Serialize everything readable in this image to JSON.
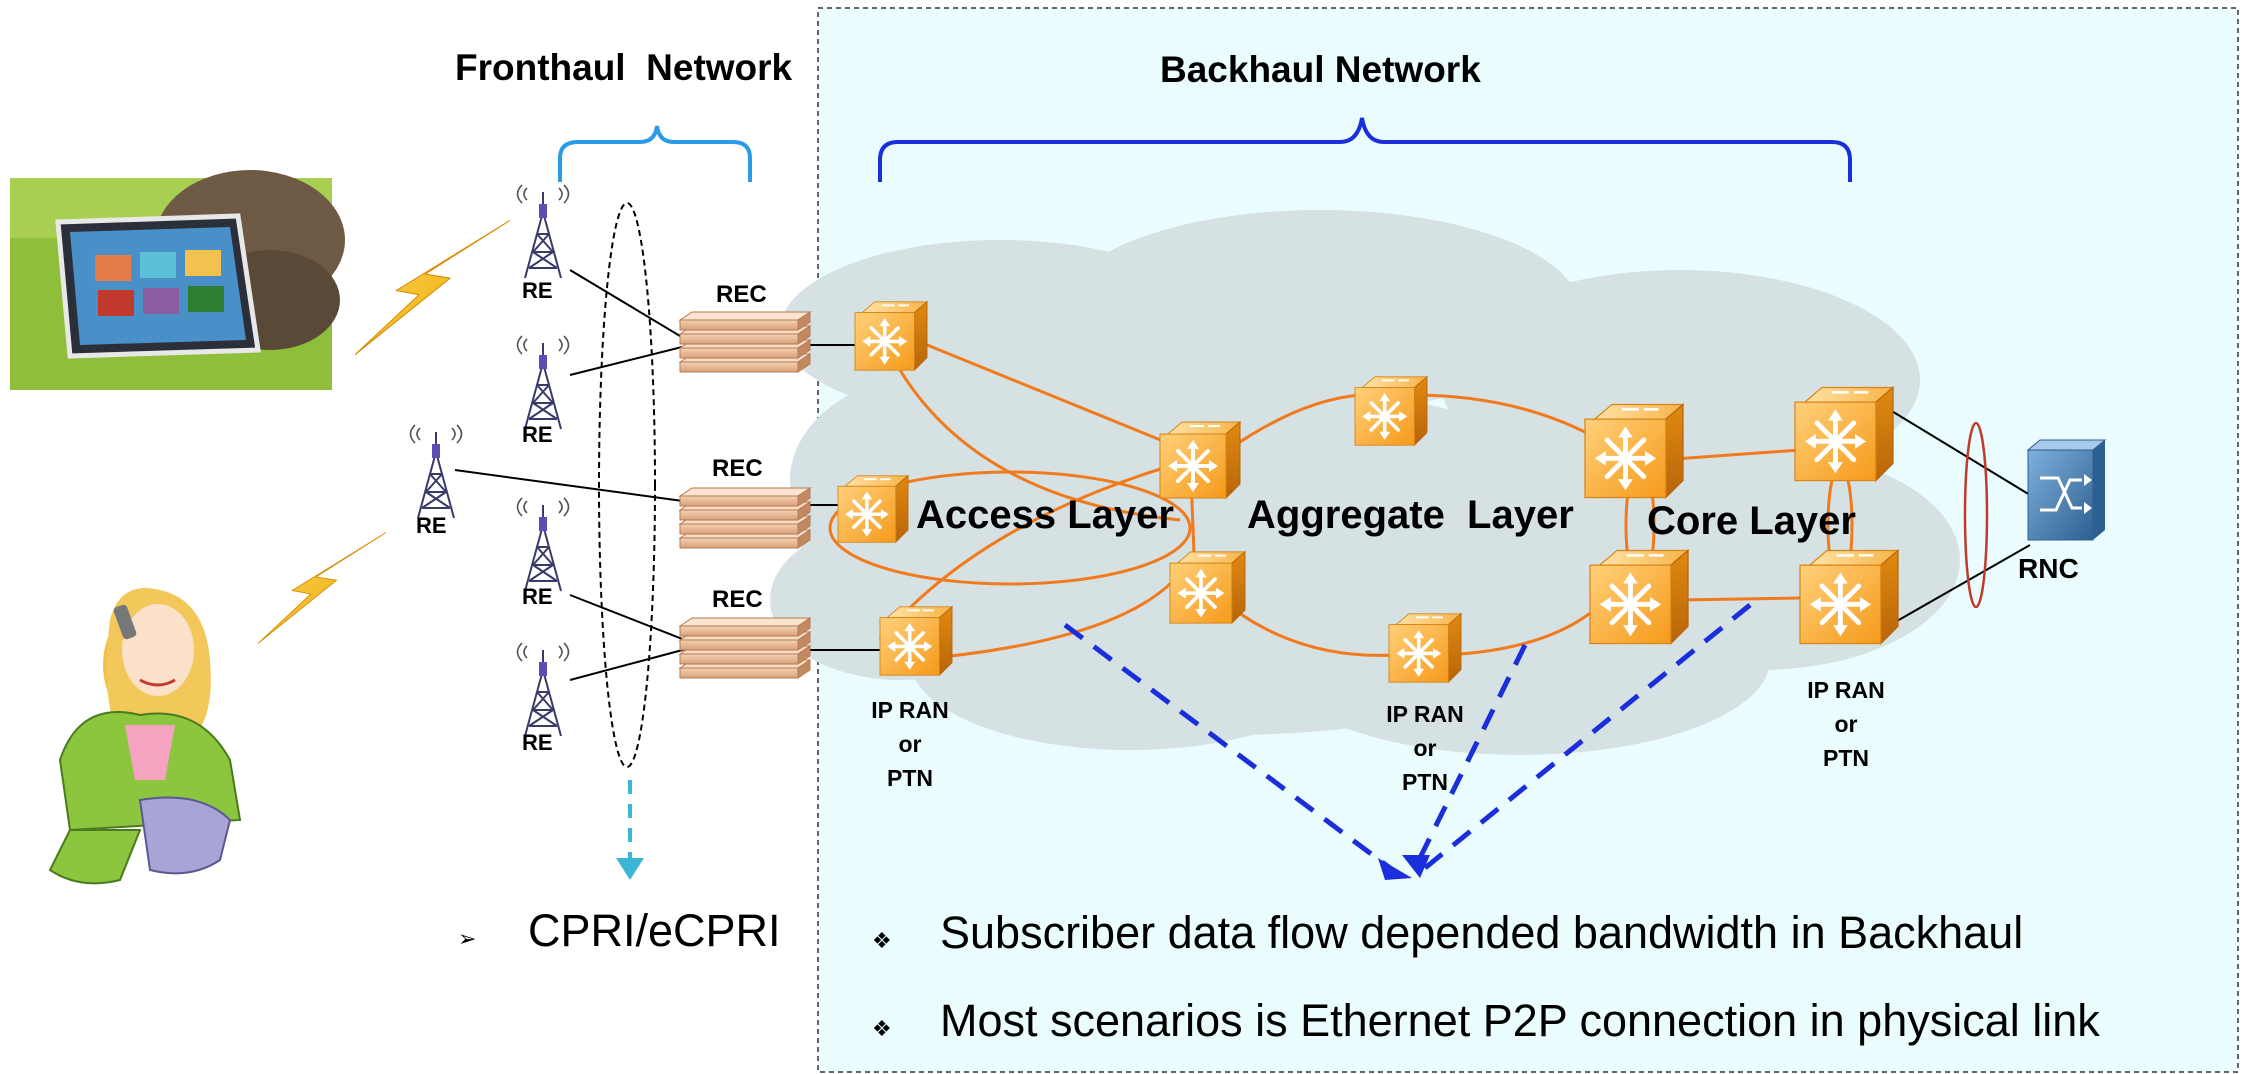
{
  "titles": {
    "fronthaul": "Fronthaul  Network",
    "backhaul": "Backhaul Network"
  },
  "layers": {
    "access": "Access Layer",
    "aggregate": "Aggregate  Layer",
    "core": "Core Layer"
  },
  "labels": {
    "re": "RE",
    "rec": "REC",
    "rnc": "RNC",
    "ipran_line1": "IP RAN",
    "ipran_line2": "or",
    "ipran_line3": "PTN"
  },
  "bullets": {
    "cpri": "CPRI/eCPRI",
    "backhaul_1": "Subscriber data flow depended bandwidth in Backhaul",
    "backhaul_2": "Most scenarios is Ethernet P2P connection in physical link"
  },
  "colors": {
    "backhaul_bg": "#eafcfd",
    "cloud": "#d6e1e3",
    "router_orange": "#f5a623",
    "link_orange": "#f07a1c",
    "brace_fronthaul": "#2a9be8",
    "brace_backhaul": "#1a2edb",
    "dash_blue": "#1a2edb",
    "cpri_arrow": "#3cb6d6",
    "rnc": "#4a7fb0",
    "lightning": "#f2b705"
  }
}
